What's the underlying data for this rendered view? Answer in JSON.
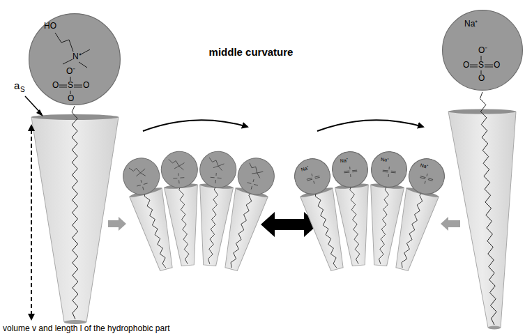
{
  "diagram": {
    "title": "middle curvature",
    "nodes": [
      {
        "text": [
          "HO",
          "N⁺",
          "O⁻",
          "O",
          "S",
          "O",
          "O"
        ]
      },
      {
        "text": [
          "Na⁺"
        ]
      },
      {
        "text": [
          "Na⁺"
        ]
      },
      {
        "text": [
          "Na⁺"
        ]
      },
      {
        "text": [
          "Na⁺"
        ]
      },
      {
        "text": [
          "Na⁺",
          "O⁻",
          "O",
          "S",
          "O",
          "O"
        ]
      }
    ],
    "labels": [
      "a",
      "S",
      "volume v and length l of the hydrophobic part"
    ]
  }
}
